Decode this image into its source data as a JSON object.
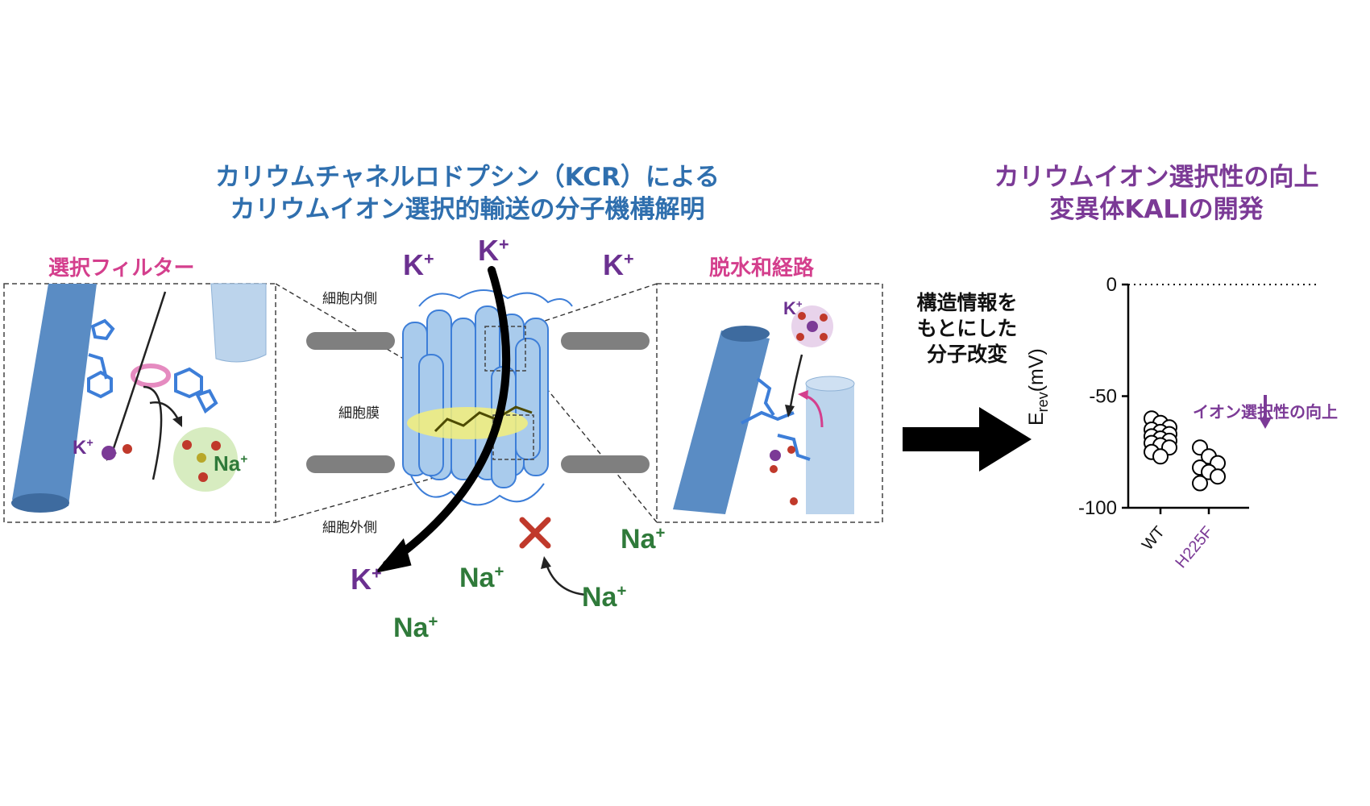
{
  "header": {
    "left_title_line1": "カリウムチャネルロドプシン（KCR）による",
    "left_title_line2": "カリウムイオン選択的輸送の分子機構解明",
    "right_title_line1": "カリウムイオン選択性の向上",
    "right_title_line2": "変異体KALIの開発"
  },
  "panels": {
    "selectivity_filter": "選択フィルター",
    "dehydration_path": "脱水和経路"
  },
  "membrane_labels": {
    "intracellular": "細胞内側",
    "membrane": "細胞膜",
    "extracellular": "細胞外側"
  },
  "ions": {
    "k": "K",
    "na": "Na",
    "plus": "+"
  },
  "middle_text": {
    "line1": "構造情報を",
    "line2": "もとにした",
    "line3": "分子改変"
  },
  "colors": {
    "blue_title": "#2f6fae",
    "purple": "#7b3a96",
    "pink": "#d43f8d",
    "green": "#2f7a3a",
    "helix_blue": "#a9cbec",
    "rod_blue": "#5a8cc4"
  },
  "chart_data": {
    "type": "scatter",
    "ylabel_main": "E",
    "ylabel_sub": "rev",
    "ylabel_unit": "(mV)",
    "ylim": [
      -100,
      0
    ],
    "yticks": [
      0,
      -50,
      -100
    ],
    "categories": [
      "WT",
      "H225F"
    ],
    "annotation": "イオン選択性の向上",
    "series": [
      {
        "category": "WT",
        "values": [
          -60,
          -62,
          -64,
          -65,
          -66,
          -67,
          -68,
          -69,
          -70,
          -71,
          -72,
          -73,
          -75,
          -77
        ]
      },
      {
        "category": "H225F",
        "values": [
          -73,
          -77,
          -80,
          -82,
          -84,
          -86,
          -89
        ]
      }
    ]
  }
}
